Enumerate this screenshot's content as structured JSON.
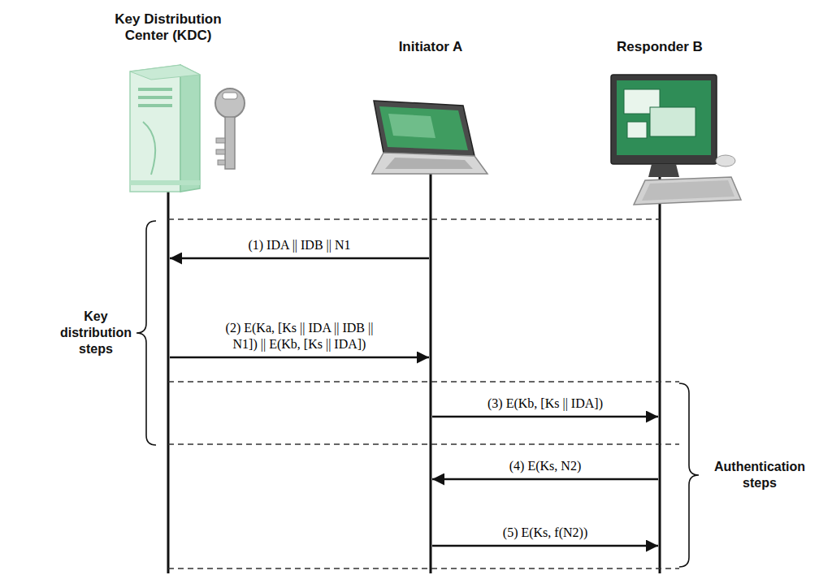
{
  "diagram": {
    "nodes": [
      {
        "text": [
          "Key Distribution Center (KDC)"
        ]
      },
      {
        "text": [
          "Initiator A"
        ]
      },
      {
        "text": [
          "Responder B"
        ]
      }
    ],
    "edges": [
      {
        "from": 1,
        "to": 0,
        "arrow": "to",
        "label": "(1) IDA || IDB || N1"
      },
      {
        "from": 0,
        "to": 1,
        "arrow": "to",
        "label": "(2) E(Ka, [Ks || IDA || IDB || N1]) || E(Kb, [Ks || IDA])"
      },
      {
        "from": 1,
        "to": 2,
        "arrow": "to",
        "label": "(3) E(Kb, [Ks || IDA])"
      },
      {
        "from": 2,
        "to": 1,
        "arrow": "to",
        "label": "(4) E(Ks, N2)"
      },
      {
        "from": 1,
        "to": 2,
        "arrow": "to",
        "label": "(5) E(Ks, f(N2))"
      }
    ],
    "labels": [
      "Key distribution steps",
      "Authentication steps"
    ]
  }
}
